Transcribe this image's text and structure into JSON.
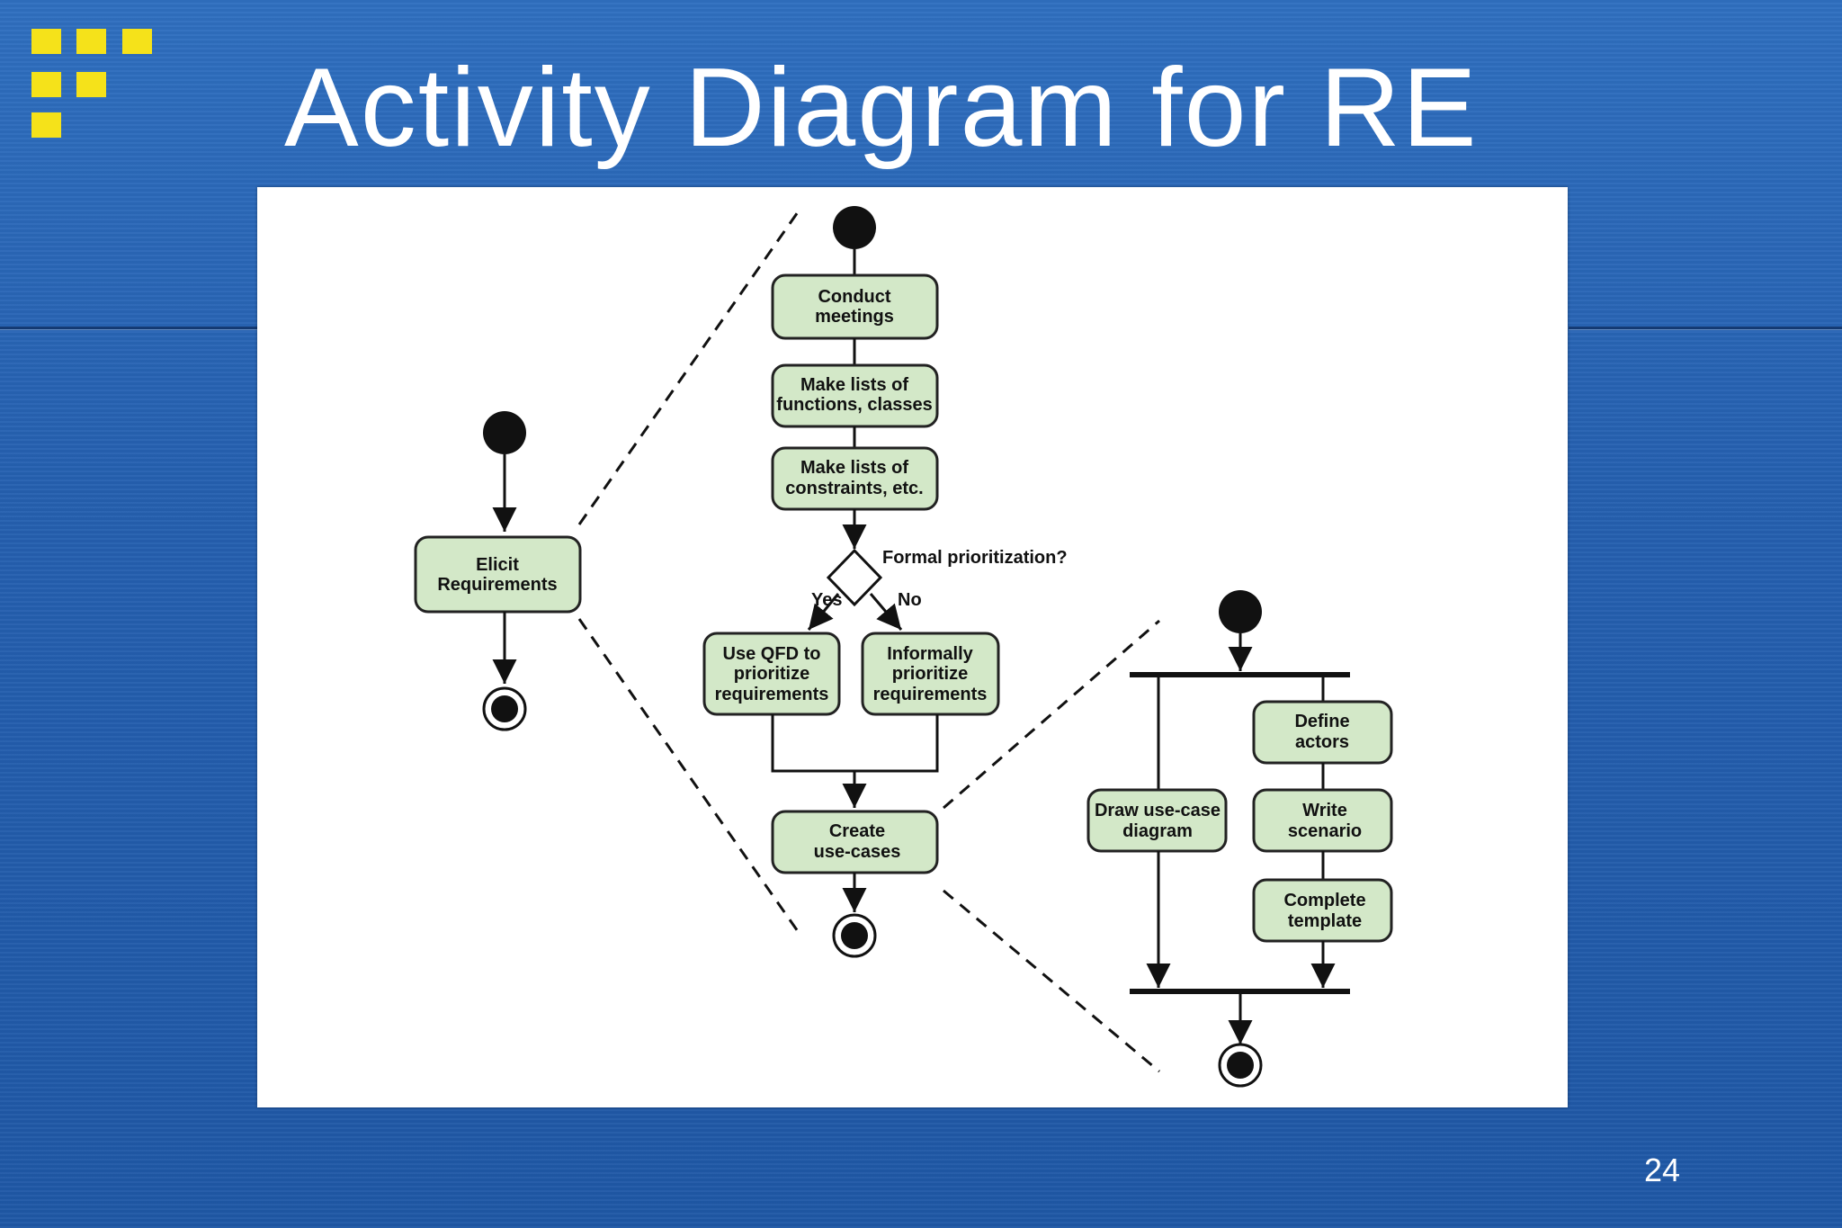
{
  "slide": {
    "title": "Activity Diagram for RE",
    "page_number": "24"
  },
  "colors": {
    "background": "#2563b0",
    "logo": "#f5e21a",
    "node_fill": "#d3e8c8",
    "node_stroke": "#222222",
    "title_text": "#ffffff"
  },
  "diagram": {
    "left": {
      "elicit": [
        "Elicit",
        "Requirements"
      ]
    },
    "middle": {
      "conduct": [
        "Conduct",
        "meetings"
      ],
      "lists_functions": [
        "Make lists of",
        "functions, classes"
      ],
      "lists_constraints": [
        "Make lists of",
        "constraints, etc."
      ],
      "decision_label": "Formal prioritization?",
      "yes_label": "Yes",
      "no_label": "No",
      "qfd": [
        "Use QFD to",
        "prioritize",
        "requirements"
      ],
      "informal": [
        "Informally",
        "prioritize",
        "requirements"
      ],
      "create_use_cases": [
        "Create",
        "use-cases"
      ]
    },
    "right": {
      "define_actors": [
        "Define",
        "actors"
      ],
      "draw_diagram": [
        "Draw use-case",
        "diagram"
      ],
      "write_scenario": [
        "Write",
        "scenario"
      ],
      "complete_template": [
        "Complete",
        "template"
      ]
    }
  }
}
